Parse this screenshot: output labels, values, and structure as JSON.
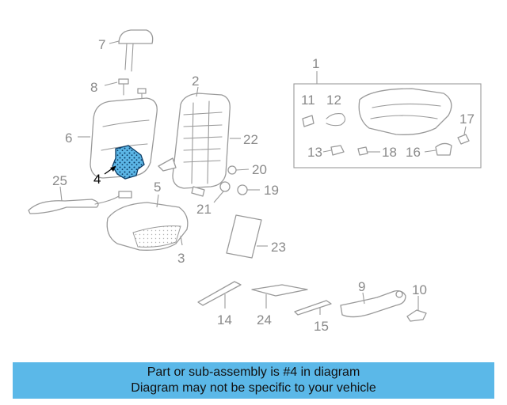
{
  "diagram": {
    "callouts": {
      "c1": "1",
      "c2": "2",
      "c3": "3",
      "c4": "4",
      "c5": "5",
      "c6": "6",
      "c7": "7",
      "c8": "8",
      "c9": "9",
      "c10": "10",
      "c11": "11",
      "c12": "12",
      "c13": "13",
      "c14": "14",
      "c15": "15",
      "c16": "16",
      "c17": "17",
      "c18": "18",
      "c19": "19",
      "c20": "20",
      "c21": "21",
      "c22": "22",
      "c23": "23",
      "c24": "24",
      "c25": "25"
    },
    "highlight_color": "#2a9fd8",
    "line_color": "#9a9a9a"
  },
  "banner": {
    "line1": "Part or sub-assembly is #4 in diagram",
    "line2": "Diagram may not be specific to your vehicle",
    "background": "#5bb8e8"
  }
}
